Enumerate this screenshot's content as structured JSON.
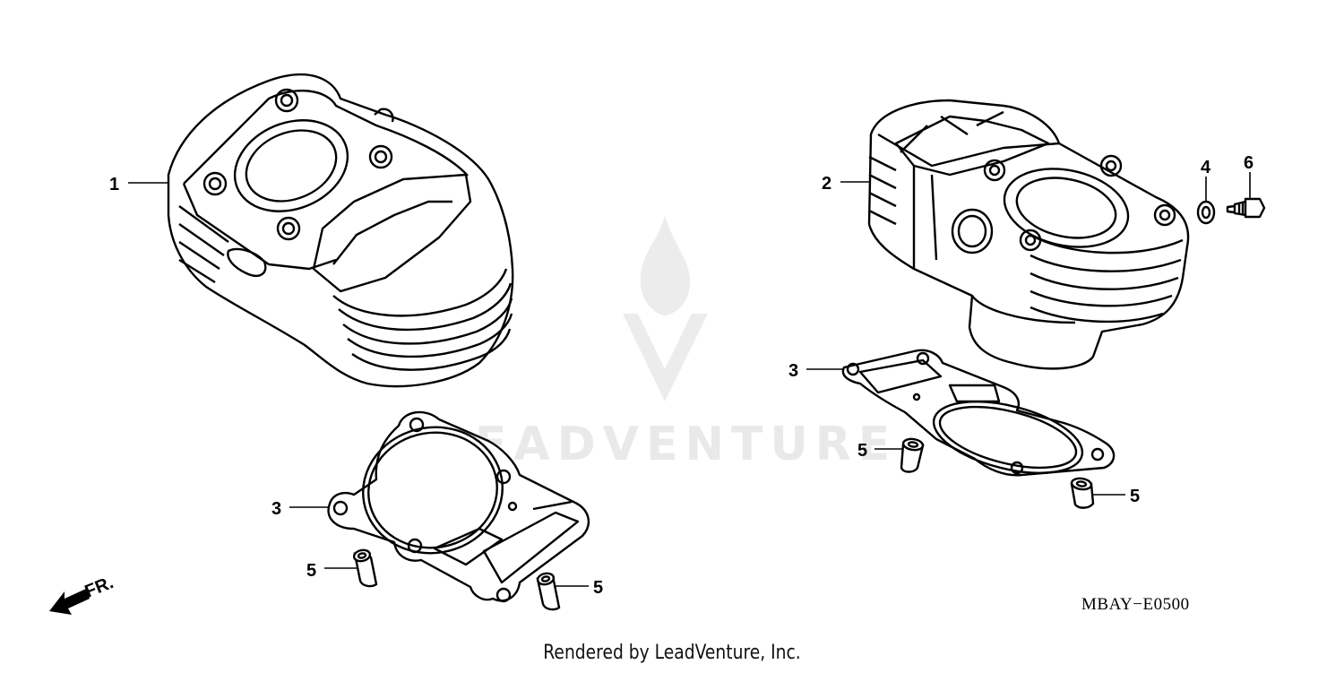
{
  "watermark": {
    "text": "LEADVENTURE"
  },
  "callouts": [
    {
      "id": "c1",
      "label": "1"
    },
    {
      "id": "c2",
      "label": "2"
    },
    {
      "id": "c3a",
      "label": "3"
    },
    {
      "id": "c3b",
      "label": "3"
    },
    {
      "id": "c4",
      "label": "4"
    },
    {
      "id": "c5a",
      "label": "5"
    },
    {
      "id": "c5b",
      "label": "5"
    },
    {
      "id": "c5c",
      "label": "5"
    },
    {
      "id": "c5d",
      "label": "5"
    },
    {
      "id": "c6",
      "label": "6"
    }
  ],
  "direction": {
    "label": "FR."
  },
  "diagram_code": "MBAY−E0500",
  "credit": "Rendered by LeadVenture, Inc."
}
